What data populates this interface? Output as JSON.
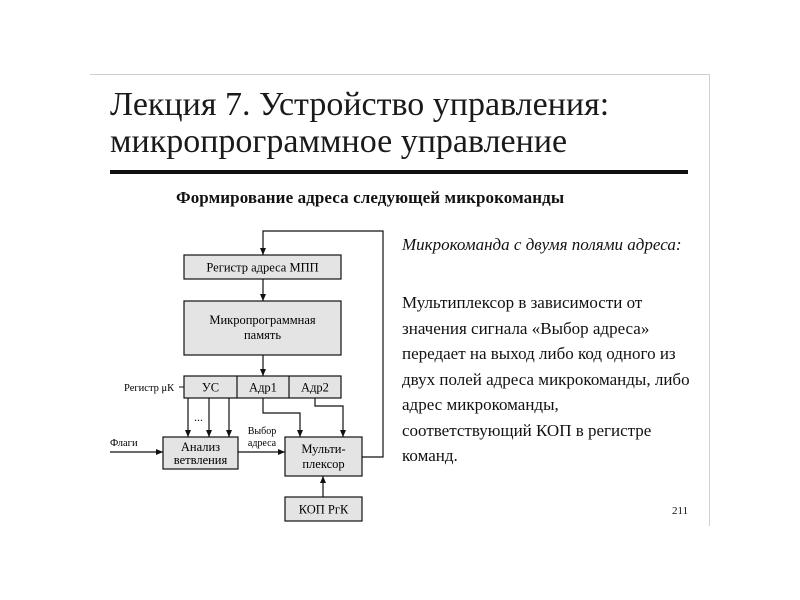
{
  "title": {
    "line1": "Лекция 7.  Устройство управления:",
    "line2": "микропрограммное управление"
  },
  "subtitle": "Формирование адреса следующей микрокоманды",
  "diagram": {
    "register_mpp": "Регистр адреса МПП",
    "micro_memory_line1": "Микропрограммная",
    "micro_memory_line2": "память",
    "register_uk_label": "Регистр μК",
    "us": "УС",
    "adr1": "Адр1",
    "adr2": "Адр2",
    "dots": "...",
    "flags": "Флаги",
    "branch_line1": "Анализ",
    "branch_line2": "ветвления",
    "select_line1": "Выбор",
    "select_line2": "адреса",
    "mux_line1": "Мульти-",
    "mux_line2": "плексор",
    "kop": "КОП РгК",
    "box_fill": "#e4e4e4"
  },
  "caption": "Микрокоманда с двумя полями адреса:",
  "body": "Мультиплексор в зависимости от значения сигнала «Выбор адреса» передает на выход либо код одного из двух полей адреса микрокоманды, либо адрес микрокоманды, соответствующий КОП в регистре команд.",
  "page_number": "211"
}
